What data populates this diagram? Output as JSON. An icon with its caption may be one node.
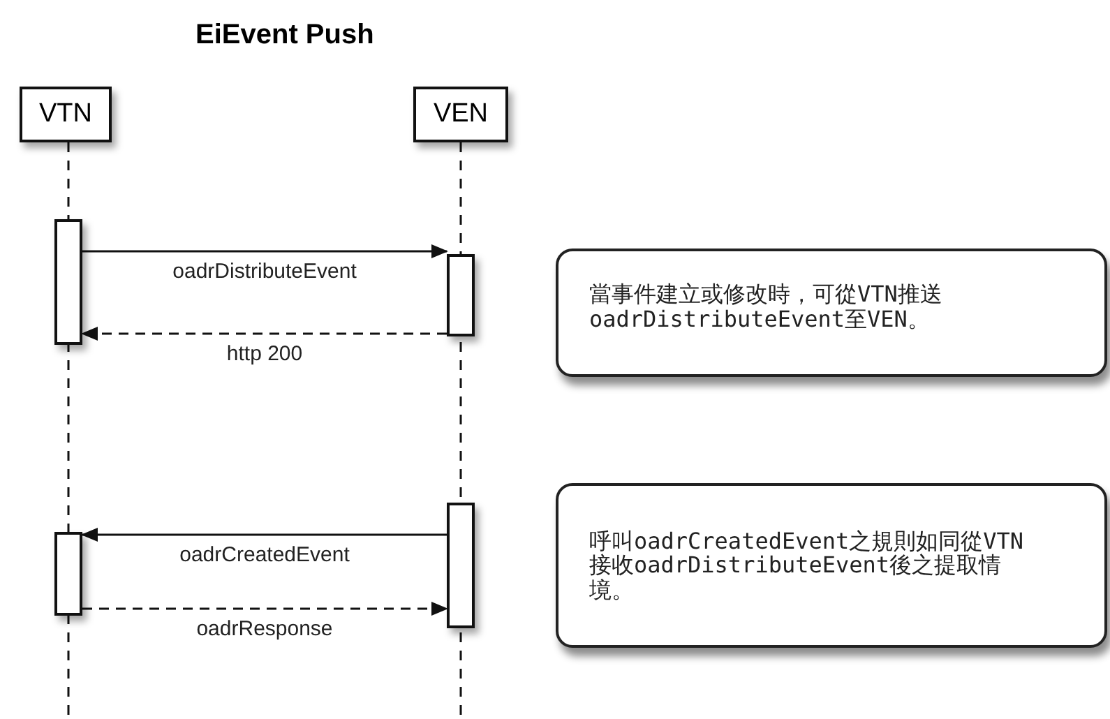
{
  "diagram": {
    "title": "EiEvent Push",
    "nodes": [
      {
        "text": [
          "VTN"
        ]
      },
      {
        "text": [
          "VEN"
        ]
      },
      {
        "text": [],
        "shape": "bar"
      },
      {
        "text": [],
        "shape": "bar"
      },
      {
        "text": [
          "當事件建立或修改時，可從VTN推送oadrDistributeEvent至VEN。"
        ]
      },
      {
        "text": [],
        "shape": "bar"
      },
      {
        "text": [],
        "shape": "bar"
      },
      {
        "text": [
          "呼叫oadrCreatedEvent之規則如同從VTN接收oadrDistributeEvent後之提取情境。"
        ]
      }
    ],
    "edges": [
      {
        "from": 2,
        "to": 3,
        "arrow": "to",
        "label": "oadrDistributeEvent"
      },
      {
        "from": 3,
        "to": 2,
        "arrow": "to",
        "label": "http 200",
        "style": "dashed"
      },
      {
        "from": 5,
        "to": 6,
        "arrow": "to",
        "label": "oadrCreatedEvent"
      },
      {
        "from": 6,
        "to": 5,
        "arrow": "to",
        "label": "oadrResponse",
        "style": "dashed"
      }
    ]
  }
}
